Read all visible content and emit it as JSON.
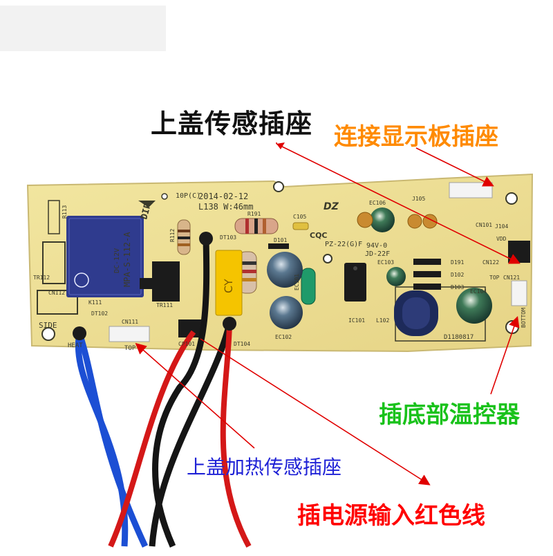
{
  "watermark": "",
  "annotations": {
    "top_sensor_socket": "上盖传感插座",
    "display_board_socket": "连接显示板插座",
    "bottom_thermostat": "插底部温控器",
    "lid_heat_sensor_socket": "上盖加热传感插座",
    "power_input_red_wire": "插电源输入红色线"
  },
  "pcb": {
    "version": "10P(C)",
    "date": "2014-02-12",
    "dims": "L138  W:46mm",
    "relay_model": "MPA-S-112-A",
    "relay_coil": "DC-12V",
    "top_right_code": "PZ-22(G)F",
    "board_code": "94V-0",
    "board_sub": "JD-22F",
    "serial": "D1180817",
    "brand_logo": "DZ",
    "cert": "CQC",
    "capacitor_label": "CY",
    "silk": {
      "cn111": "CN111",
      "top": "TOP",
      "side": "SIDE",
      "heat": "HEAT",
      "dt102": "DT102",
      "dt103": "DT103",
      "dt104": "DT104",
      "cp101": "CP101",
      "cn112": "CN112",
      "k111": "K111",
      "tr111": "TR111",
      "tr112": "TR112",
      "r113": "R113",
      "r112": "R112",
      "r191": "R191",
      "c105": "C105",
      "d101": "D101",
      "ec101": "EC101",
      "ec102": "EC102",
      "ec103": "EC103",
      "ec104": "EC104",
      "ec106": "EC106",
      "ic101": "IC101",
      "l102": "L102",
      "d191": "D191",
      "d102": "D102",
      "d103": "D103",
      "j105": "J105",
      "cn101": "CN101",
      "j104": "J104",
      "vdd": "VDD",
      "cn122": "CN122",
      "top2": "TOP",
      "cn121": "CN121",
      "bottom": "BOTTOM",
      "dip": "DIP"
    }
  }
}
